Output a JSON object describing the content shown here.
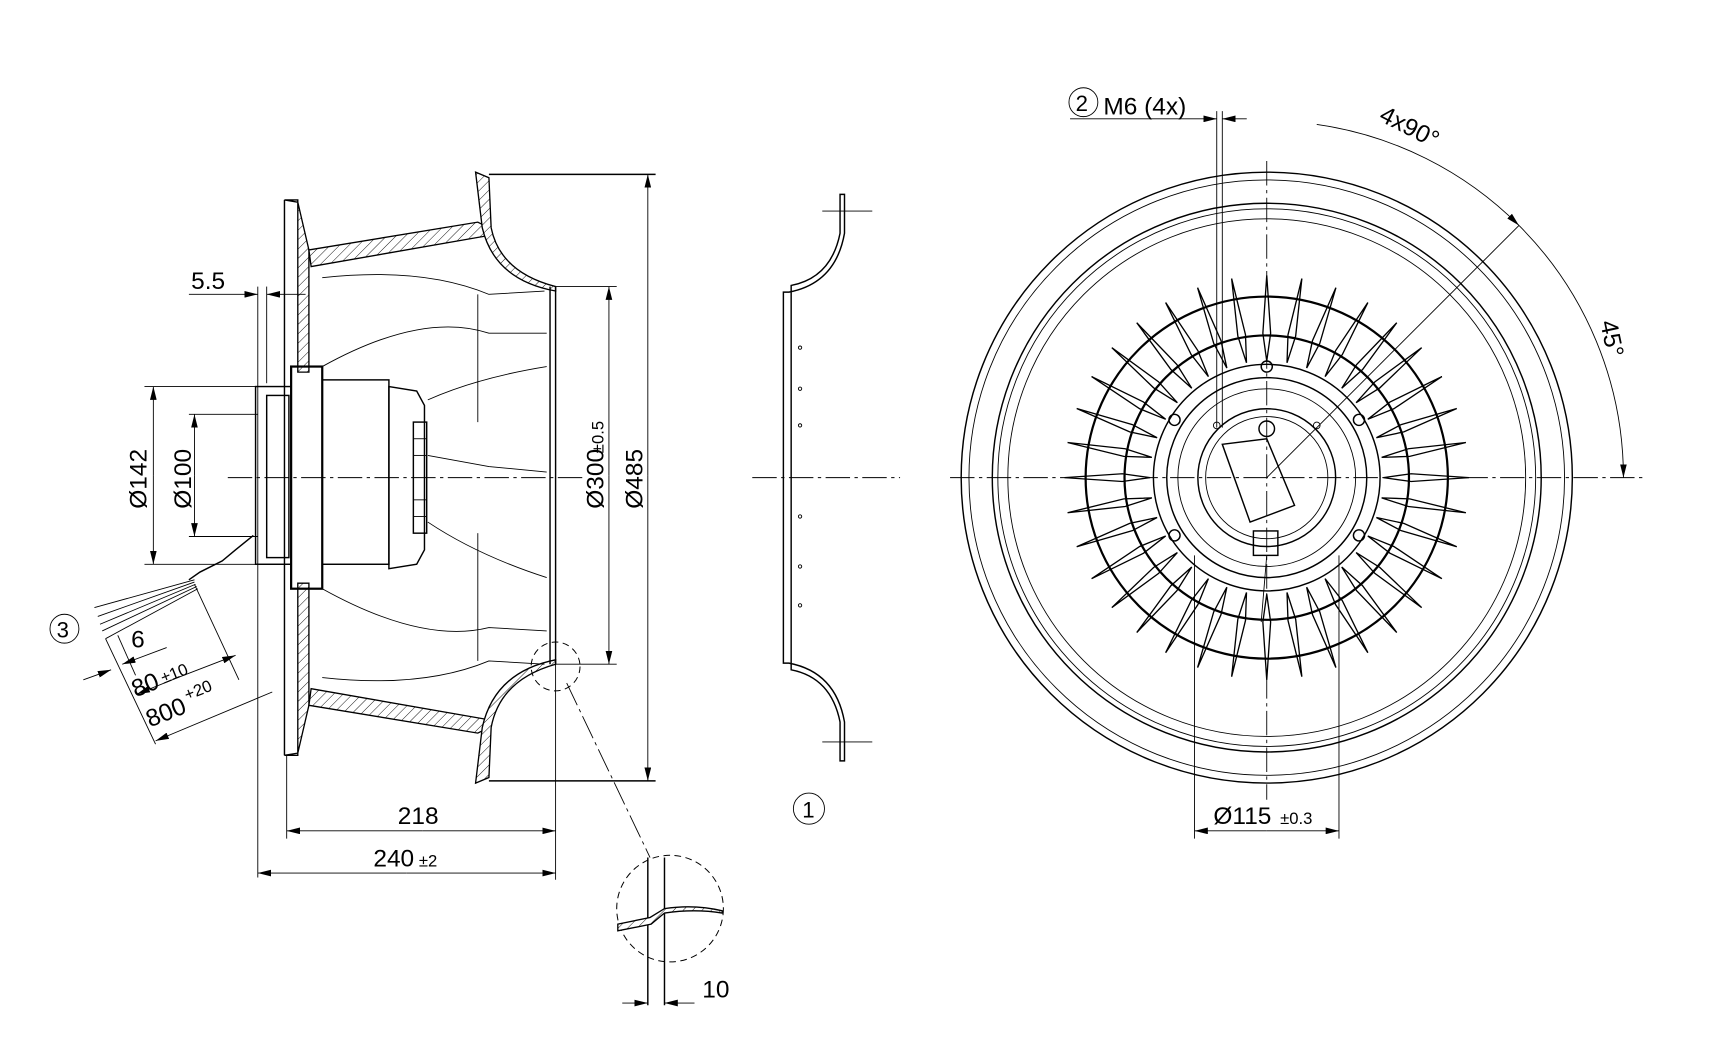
{
  "dimensions": {
    "d5_5": "5.5",
    "d142": "Ø142",
    "d100": "Ø100",
    "d6": "6",
    "d80": "80",
    "d80_tol": "±10",
    "d800": "800",
    "d800_tol": "+20",
    "d300": "Ø300",
    "d300_tol": "±0.5",
    "d485": "Ø485",
    "d218": "218",
    "d240": "240",
    "d240_tol": "±2",
    "d10": "10",
    "m6": "M6 (4x)",
    "angle_4x90": "4x90°",
    "angle_45": "45°",
    "d115": "Ø115",
    "d115_tol": "±0.3"
  },
  "callouts": {
    "c1": "1",
    "c2": "2",
    "c3": "3"
  },
  "front_view": {
    "blade_count": 36
  }
}
